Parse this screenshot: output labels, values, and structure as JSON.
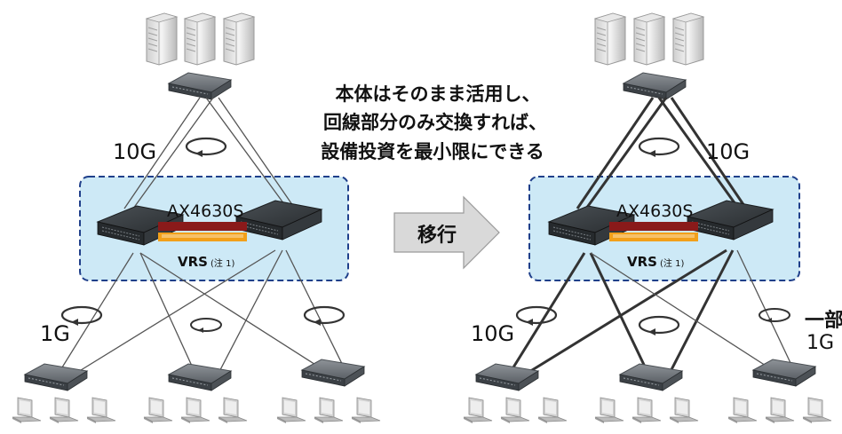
{
  "caption": {
    "line1": "本体はそのまま活用し、",
    "line2": "回線部分のみ交換すれば、",
    "line3": "設備投資を最小限にできる"
  },
  "migration_arrow_label": "移行",
  "left_diagram": {
    "uplink_speed": "10G",
    "downlink_speed": "1G",
    "core_model": "AX4630S",
    "vrs_label": "VRS",
    "vrs_note": "(注 1)"
  },
  "right_diagram": {
    "uplink_speed": "10G",
    "downlink_speed_left": "10G",
    "partial_label": "一部",
    "downlink_speed_right": "1G",
    "core_model": "AX4630S",
    "vrs_label": "VRS",
    "vrs_note": "(注 1)"
  },
  "colors": {
    "core_box_fill": "#cde9f6",
    "core_box_border": "#1f3f8a",
    "arrow_fill": "#d9d9d9",
    "stack_link_orange": "#f2a01a",
    "stack_link_red": "#8a1a1a",
    "switch_dark": "#2f3437"
  }
}
